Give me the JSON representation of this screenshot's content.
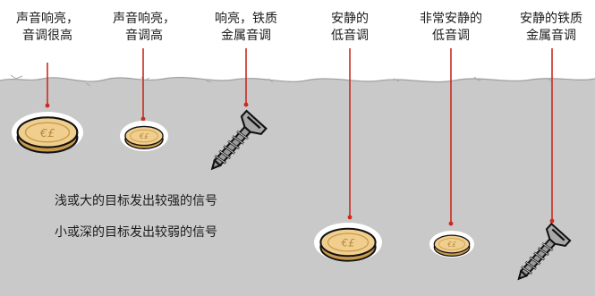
{
  "labels": [
    "声音响亮，\n音调很高",
    "声音响亮，\n音调高",
    "响亮，铁质\n金属音调",
    "安静的\n低音调",
    "非常安静的\n低音调",
    "安静的铁质\n金属音调"
  ],
  "notes": {
    "shallow": "浅或大的目标发出较强的信号",
    "deep": "小或深的目标发出较弱的信号"
  },
  "colors": {
    "soil": "#c9c9c9",
    "marker": "#cc2a1f",
    "coin_face": "#f0cf8e",
    "coin_edge": "#c99a4e",
    "screw": "#9a9a9a",
    "outline": "#111111"
  },
  "targets": [
    {
      "label_index": 0,
      "type": "coin"
    },
    {
      "label_index": 1,
      "type": "coin"
    },
    {
      "label_index": 2,
      "type": "screw"
    },
    {
      "label_index": 3,
      "type": "coin"
    },
    {
      "label_index": 4,
      "type": "coin"
    },
    {
      "label_index": 5,
      "type": "screw"
    }
  ]
}
